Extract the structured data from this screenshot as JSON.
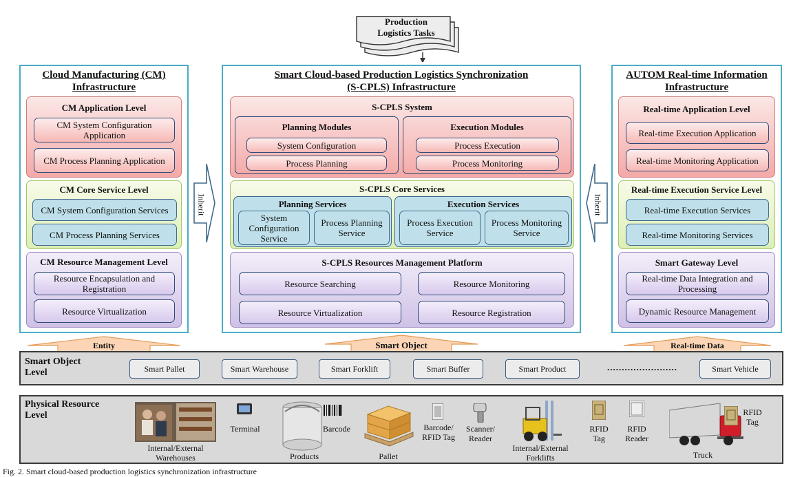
{
  "top_task": "Production Logistics Tasks",
  "left": {
    "title": "Cloud Manufacturing (CM) Infrastructure",
    "app_level": {
      "title": "CM Application Level",
      "items": [
        "CM System Configuration Application",
        "CM Process Planning Application"
      ]
    },
    "core_level": {
      "title": "CM Core Service Level",
      "items": [
        "CM System Configuration Services",
        "CM Process Planning Services"
      ]
    },
    "resource_level": {
      "title": "CM Resource Management Level",
      "items": [
        "Resource Encapsulation and Registration",
        "Resource Virtualization"
      ]
    }
  },
  "center": {
    "title": "Smart Cloud-based Production Logistics Synchronization (S-CPLS) Infrastructure",
    "system": {
      "title": "S-CPLS System",
      "planning": {
        "title": "Planning Modules",
        "items": [
          "System Configuration",
          "Process Planning"
        ]
      },
      "execution": {
        "title": "Execution Modules",
        "items": [
          "Process Execution",
          "Process Monitoring"
        ]
      }
    },
    "core": {
      "title": "S-CPLS Core Services",
      "planning": {
        "title": "Planning Services",
        "items": [
          "System Configuration Service",
          "Process Planning Service"
        ]
      },
      "execution": {
        "title": "Execution Services",
        "items": [
          "Process Execution Service",
          "Process Monitoring Service"
        ]
      }
    },
    "resources": {
      "title": "S-CPLS Resources Management Platform",
      "items": [
        "Resource Searching",
        "Resource Monitoring",
        "Resource Virtualization",
        "Resource Registration"
      ]
    }
  },
  "right": {
    "title": "AUTOM Real-time Information Infrastructure",
    "app_level": {
      "title": "Real-time Application Level",
      "items": [
        "Real-time Execution Application",
        "Real-time Monitoring Application"
      ]
    },
    "exec_level": {
      "title": "Real-time Execution Service Level",
      "items": [
        "Real-time Execution Services",
        "Real-time Monitoring Services"
      ]
    },
    "gateway_level": {
      "title": "Smart Gateway Level",
      "items": [
        "Real-time Data Integration and Processing",
        "Dynamic Resource Management"
      ]
    }
  },
  "inherit_left": "Inherit",
  "inherit_right": "Inherit",
  "up_arrows": {
    "left": "Entity",
    "center": "Smart Object",
    "right": "Real-time Data"
  },
  "smart_object_level": {
    "label": "Smart Object Level",
    "items": [
      "Smart Pallet",
      "Smart Warehouse",
      "Smart Forklift",
      "Smart Buffer",
      "Smart Product",
      "Smart Vehicle"
    ],
    "ellipsis": "........................"
  },
  "physical_level": {
    "label": "Physical Resource Level",
    "items": {
      "warehouses": "Internal/External Warehouses",
      "terminal": "Terminal",
      "products": "Products",
      "barcode": "Barcode",
      "pallet": "Pallet",
      "barcode_rfid": "Barcode/ RFID Tag",
      "scanner": "Scanner/ Reader",
      "forklifts": "Internal/External Forklifts",
      "rfid_tag": "RFID Tag",
      "rfid_reader": "RFID Reader",
      "truck": "Truck",
      "rfid_tag2": "RFID Tag"
    }
  },
  "caption": "Fig. 2. Smart cloud-based production logistics synchronization infrastructure",
  "colors": {
    "frame": "#4bacc6",
    "red_level": "#f4a9a7",
    "green_level": "#dcefb5",
    "purple_level": "#cfc1e6",
    "blue_box": "#bfe0ea",
    "arrow_orange": "#fbd5b5"
  }
}
